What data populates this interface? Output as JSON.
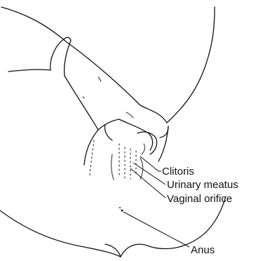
{
  "labels": {
    "clitoris": "Clitoris",
    "urinary_meatus": "Urinary meatus",
    "vaginal_orifice": "Vaginal orifice",
    "anus": "Anus"
  }
}
